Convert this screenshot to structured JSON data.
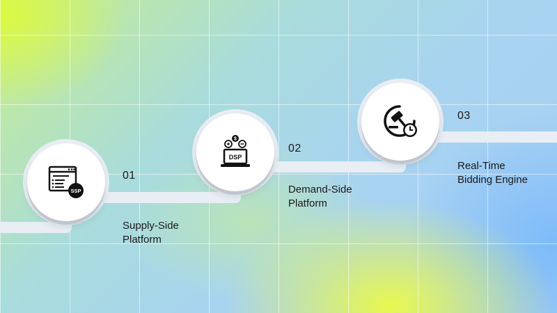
{
  "steps": [
    {
      "number": "01",
      "label_line1": "Supply-Side",
      "label_line2": "Platform",
      "icon": "ssp-browser-icon",
      "badge": "SSP"
    },
    {
      "number": "02",
      "label_line1": "Demand-Side",
      "label_line2": "Platform",
      "icon": "dsp-laptop-icon",
      "badge": "DSP"
    },
    {
      "number": "03",
      "label_line1": "Real-Time",
      "label_line2": "Bidding Engine",
      "icon": "gavel-clock-icon"
    }
  ],
  "colors": {
    "track": "#e9eef5",
    "node": "#ffffff",
    "text": "#1a1a1a"
  }
}
